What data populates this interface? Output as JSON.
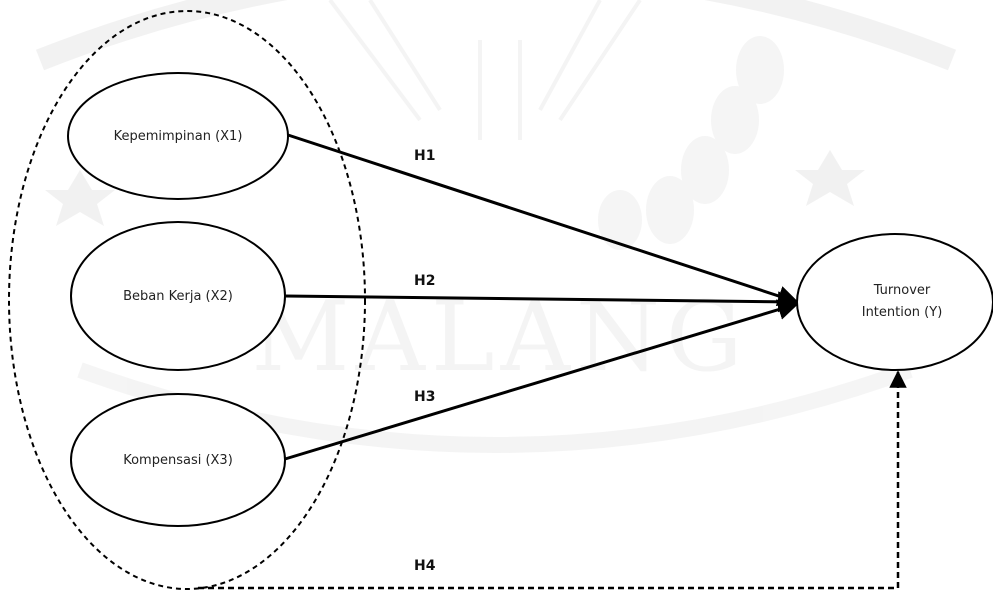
{
  "watermark": {
    "text": "MALANG",
    "color": "#e6e6e6"
  },
  "nodes": {
    "x1": "Kepemimpinan (X1)",
    "x2": "Beban Kerja (X2)",
    "x3": "Kompensasi (X3)",
    "y_line1": "Turnover",
    "y_line2": "Intention (Y)"
  },
  "hypotheses": {
    "h1": "H1",
    "h2": "H2",
    "h3": "H3",
    "h4": "H4"
  },
  "colors": {
    "line": "#000000",
    "text": "#222222"
  }
}
